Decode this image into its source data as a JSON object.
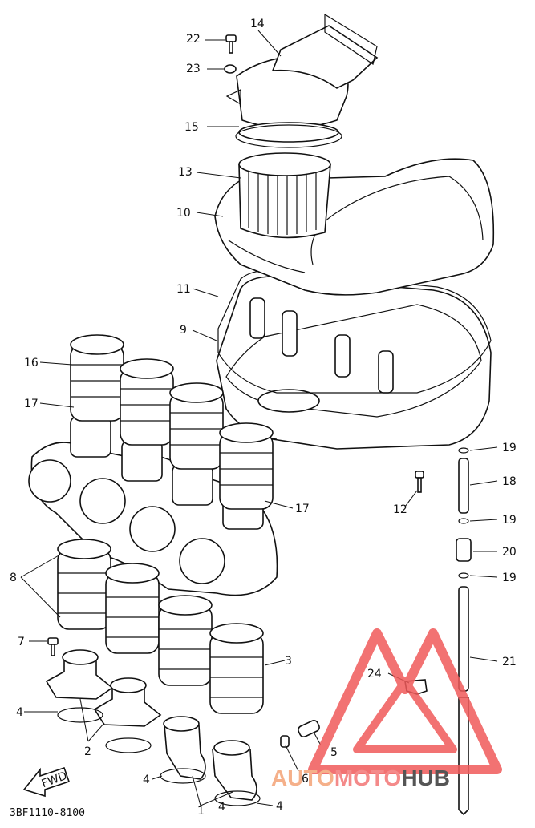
{
  "diagram": {
    "callouts": [
      "1",
      "2",
      "3",
      "4",
      "4",
      "4",
      "4",
      "5",
      "6",
      "7",
      "8",
      "9",
      "10",
      "11",
      "12",
      "13",
      "14",
      "15",
      "16",
      "17",
      "17",
      "18",
      "19",
      "19",
      "19",
      "20",
      "21",
      "22",
      "23",
      "24"
    ],
    "fwd_label": "FWD",
    "part_code": "3BF1110-8100"
  },
  "watermark": {
    "part_a": "AUTO",
    "part_b": "MOTO",
    "part_c": "HUB",
    "color_a": "#f5b08a",
    "color_b": "#f48a8a",
    "color_c": "#555555",
    "logo_color": "#f05a5a"
  }
}
